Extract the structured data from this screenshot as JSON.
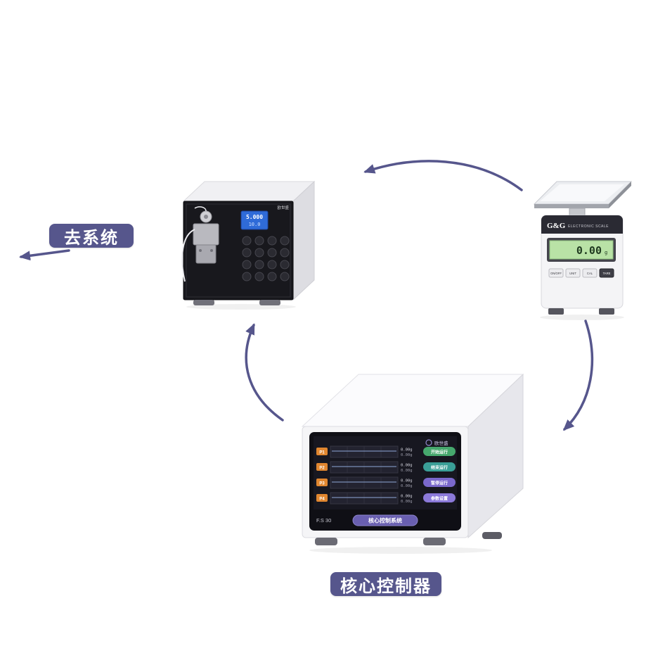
{
  "diagram": {
    "arrow_color": "#56568c",
    "labels": {
      "to_system": "去系统",
      "core_controller": "核心控制器"
    }
  },
  "pump": {
    "brand": "欧世盛",
    "display_line1": "5.000",
    "display_line2": "10.0"
  },
  "scale": {
    "brand": "G&G",
    "tagline": "ELECTRONIC SCALE",
    "display_value": "0.00",
    "display_unit": "g",
    "buttons": [
      {
        "label": "ON/OFF"
      },
      {
        "label": "UNIT"
      },
      {
        "label": "CAL"
      },
      {
        "label": "TARE"
      }
    ]
  },
  "controller": {
    "model": "F.S 30",
    "brand": "欧世盛",
    "screen_badge": "核心控制系统",
    "channels": [
      {
        "id": "P1",
        "value": "0.00g",
        "sub": "0.00g"
      },
      {
        "id": "P2",
        "value": "0.00g",
        "sub": "0.00g"
      },
      {
        "id": "P3",
        "value": "0.00g",
        "sub": "0.00g"
      },
      {
        "id": "P4",
        "value": "0.00g",
        "sub": "0.00g"
      }
    ],
    "buttons": [
      {
        "label": "开始运行",
        "color": "#46a86d"
      },
      {
        "label": "结束运行",
        "color": "#3a9e97"
      },
      {
        "label": "暂停运行",
        "color": "#7a68cc"
      },
      {
        "label": "参数设置",
        "color": "#8b79d9"
      }
    ]
  }
}
